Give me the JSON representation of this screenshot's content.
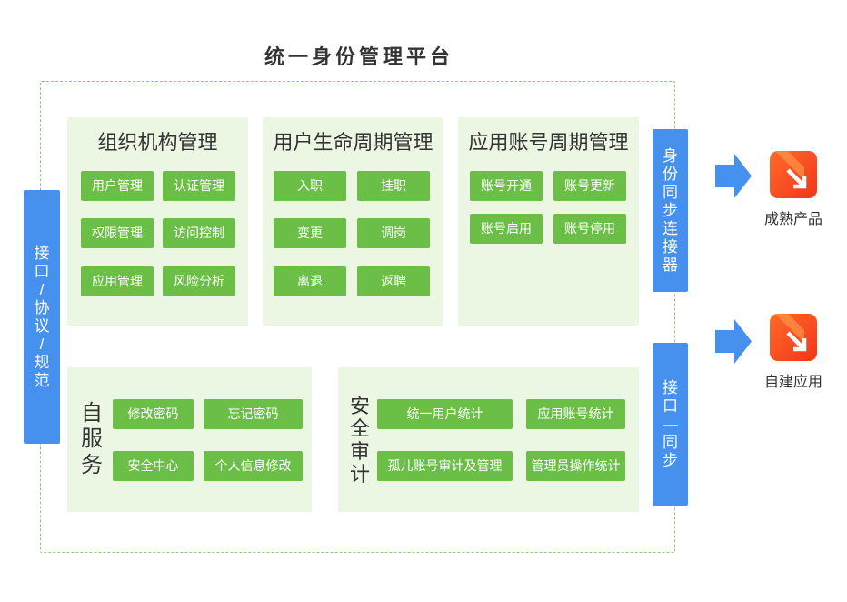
{
  "title": "统一身份管理平台",
  "colors": {
    "accent_blue": "#4690ee",
    "panel_green": "#ebf6e3",
    "button_green": "#6bbf46",
    "border_green": "#8fcb7b",
    "icon_orange": "#ff5a22"
  },
  "left_bar": {
    "label": "接口/协议/规范"
  },
  "panels": {
    "org": {
      "title": "组织机构管理",
      "buttons": [
        "用户管理",
        "认证管理",
        "权限管理",
        "访问控制",
        "应用管理",
        "风险分析"
      ]
    },
    "lifecycle": {
      "title": "用户生命周期管理",
      "buttons": [
        "入职",
        "挂职",
        "变更",
        "调岗",
        "离退",
        "返聘"
      ]
    },
    "account": {
      "title": "应用账号周期管理",
      "buttons": [
        "账号开通",
        "账号更新",
        "账号启用",
        "账号停用"
      ]
    },
    "self_service": {
      "title": "自服务",
      "buttons": [
        "修改密码",
        "忘记密码",
        "安全中心",
        "个人信息修改"
      ]
    },
    "audit": {
      "title": "安全审计",
      "buttons": [
        "统一用户统计",
        "应用账号统计",
        "孤儿账号审计及管理",
        "管理员操作统计"
      ]
    }
  },
  "right_bars": {
    "connector": {
      "label": "身份同步连接器"
    },
    "interface_sync": {
      "label": "接口—同步"
    }
  },
  "arrow_icon": "arrow-right-icon",
  "targets": [
    {
      "label": "成熟产品",
      "icon": "arrow-down-right-icon"
    },
    {
      "label": "自建应用",
      "icon": "arrow-down-right-icon"
    }
  ]
}
